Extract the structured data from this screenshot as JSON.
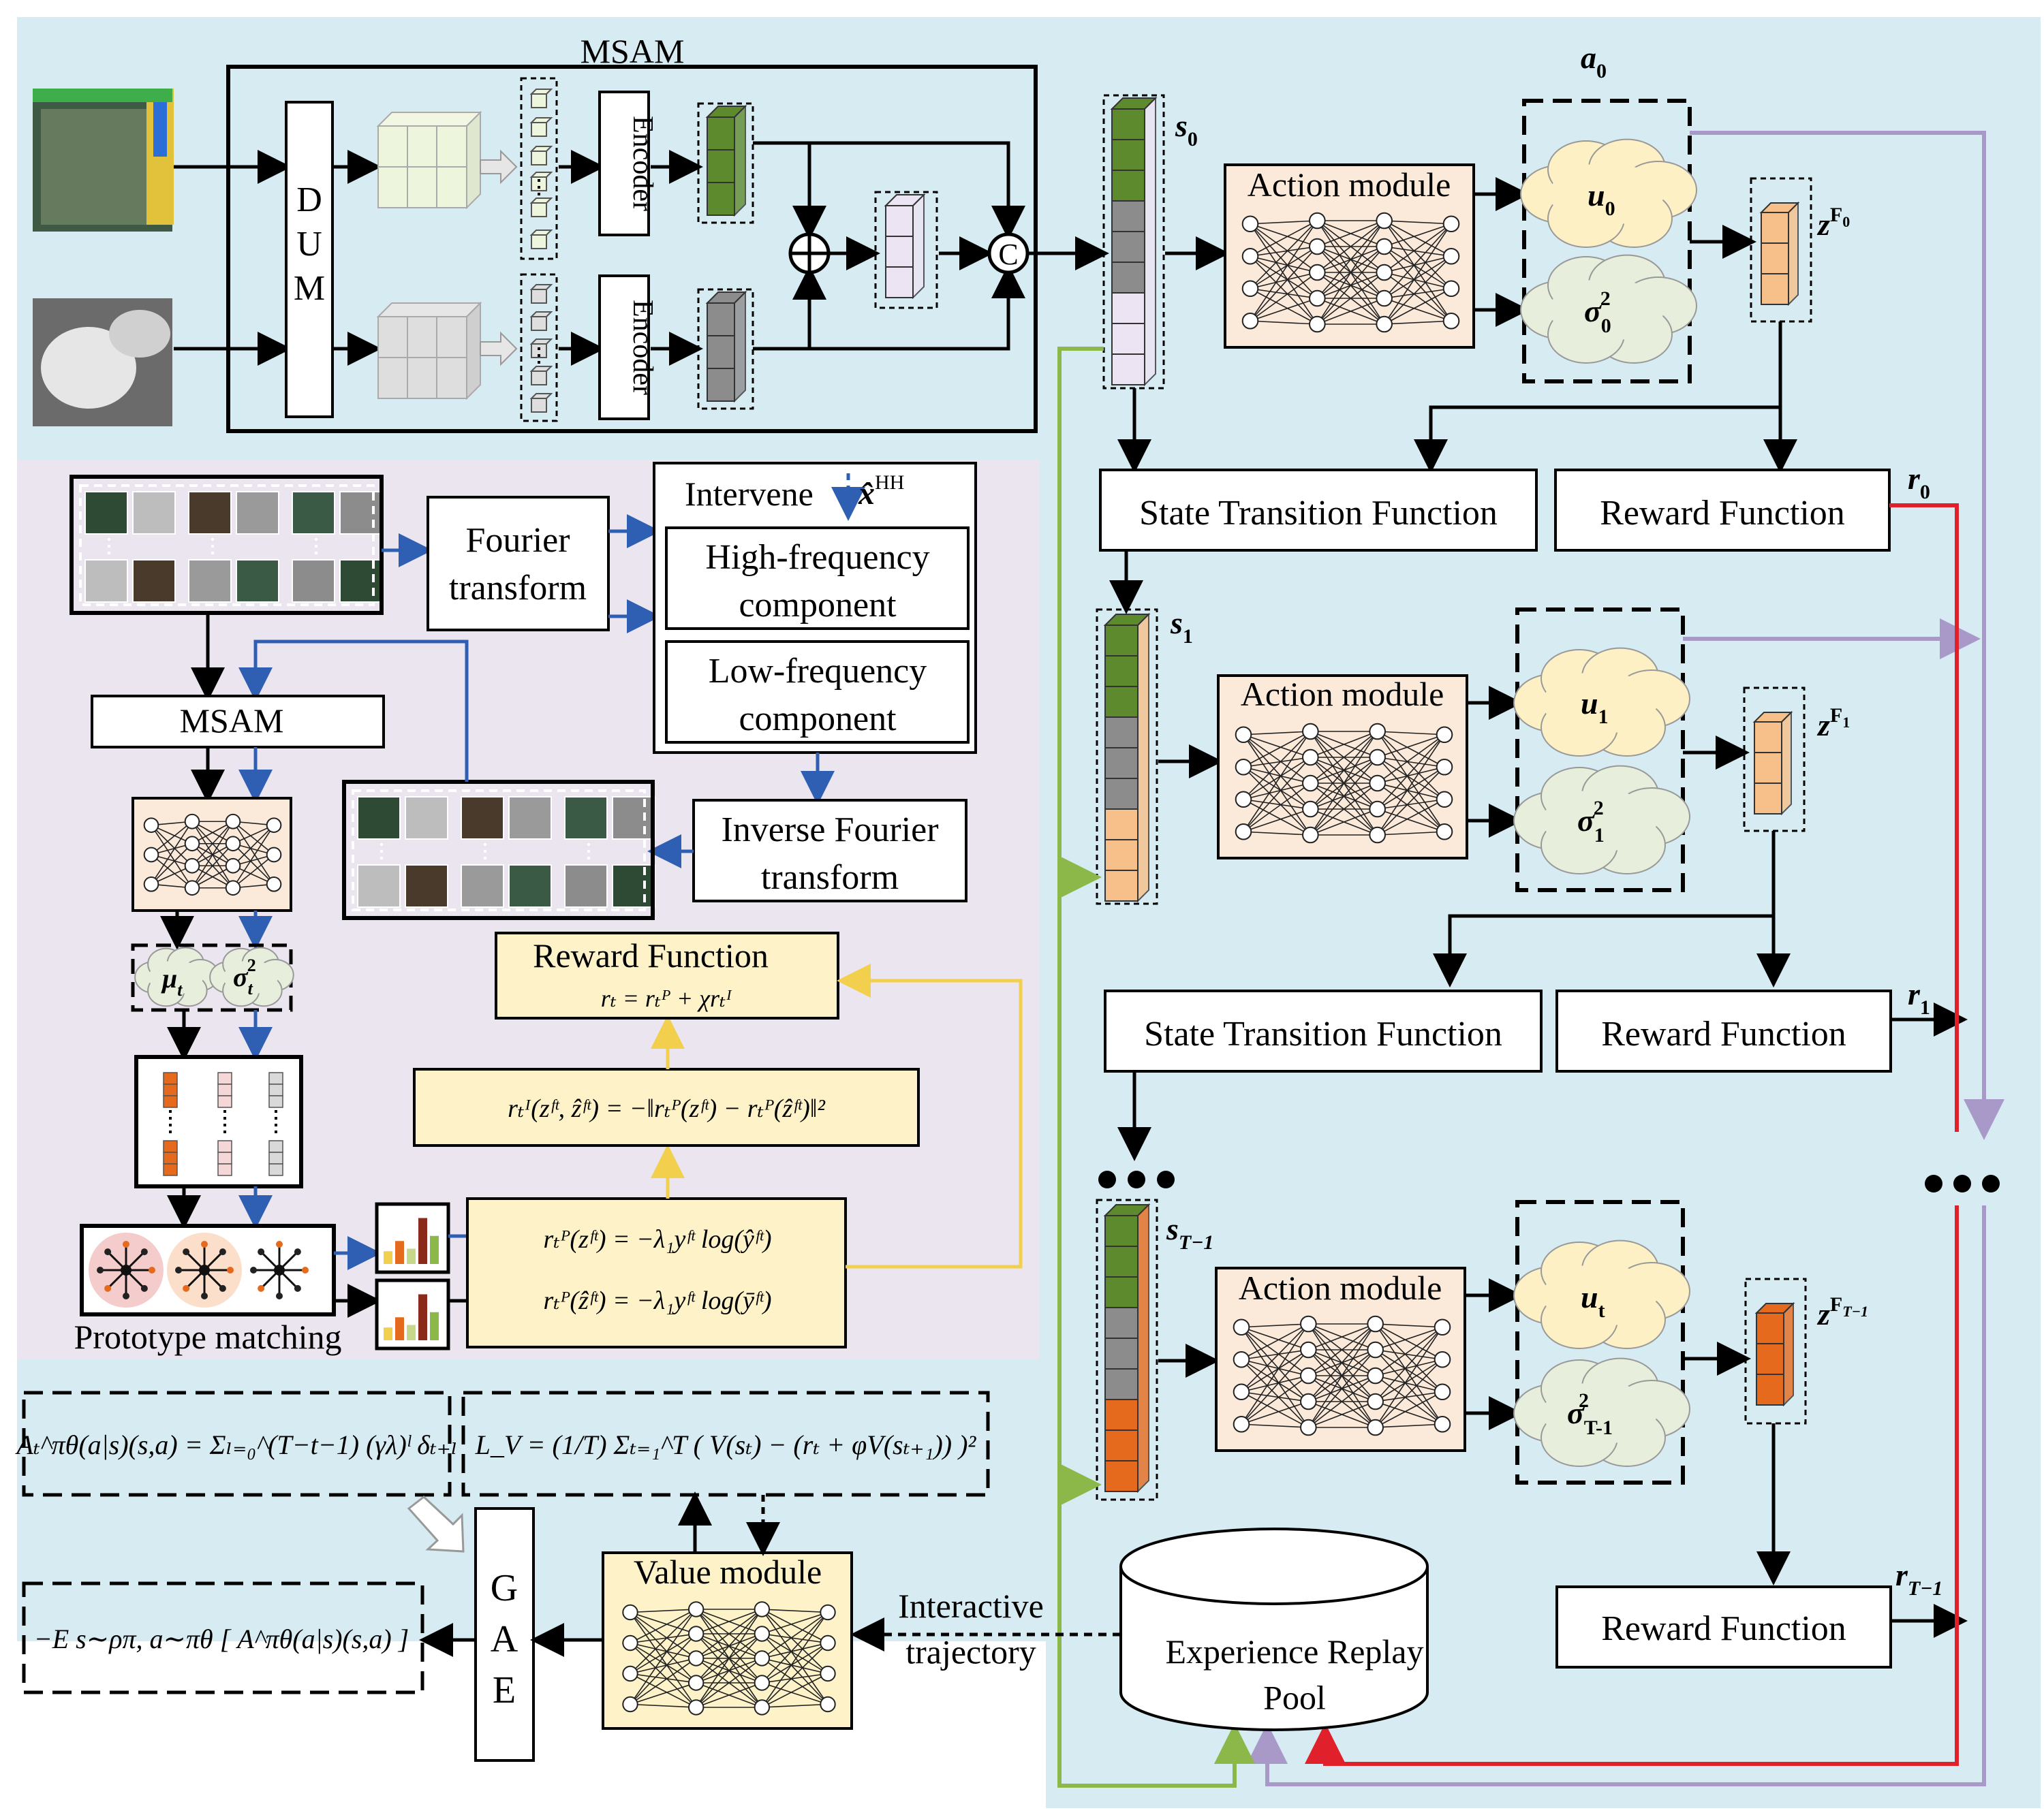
{
  "top": {
    "msam_title": "MSAM",
    "dum_label": "D\nU\nM",
    "encoder_label": "Encoder",
    "concat_symbol": "C"
  },
  "states": {
    "s0": "s",
    "s0_sub": "0",
    "s1": "s",
    "s1_sub": "1",
    "sT": "s",
    "sT_sub": "T−1"
  },
  "actions": {
    "a0": "a",
    "a0_sub": "0",
    "action_module": "Action module",
    "u0": "u",
    "u0_sub": "0",
    "u1": "u",
    "u1_sub": "1",
    "ut": "u",
    "ut_sub": "t",
    "sigma": "σ",
    "sig0_sub": "0",
    "sig1_sub": "1",
    "sigT_sub": "T-1",
    "sq": "2"
  },
  "features": {
    "z": "z",
    "zF0": "F",
    "zF0_sub": "0",
    "zF1": "F",
    "zF1_sub": "1",
    "zFT": "F",
    "zFT_sub": "T−1"
  },
  "functions": {
    "state_transition": "State Transition Function",
    "reward": "Reward Function",
    "r0": "r",
    "r0_sub": "0",
    "r1": "r",
    "r1_sub": "1",
    "rT": "r",
    "rT_sub": "T−1"
  },
  "left_panel": {
    "fourier": "Fourier\ntransform",
    "intervene": "Intervene",
    "x_hh": "x̂",
    "x_hh_sup": "HH",
    "high_freq": "High-frequency\ncomponent",
    "low_freq": "Low-frequency\ncomponent",
    "inverse_fourier": "Inverse Fourier\ntransform",
    "msam": "MSAM",
    "mu": "μ",
    "mu_sub": "t",
    "sigma_t": "σ",
    "sigma_t_sub": "t",
    "sigma_t_sup": "2",
    "prototype": "Prototype matching",
    "reward_title": "Reward Function",
    "reward_eq": "rₜ = rₜᴾ + χrₜᴵ",
    "ri_eq": "rₜᴵ(zᶠᵗ, ẑᶠᵗ) = −‖rₜᴾ(zᶠᵗ) − rₜᴾ(ẑᶠᵗ)‖²",
    "rp_eq1": "rₜᴾ(zᶠᵗ) = −λ₁yᶠᵗ log(ŷᶠᵗ)",
    "rp_eq2": "rₜᴾ(ẑᶠᵗ) = −λ₁yᶠᵗ log(ȳᶠᵗ)"
  },
  "bottom": {
    "adv_eq": "Aₜ^πθ(a|s)(s,a) = Σₗ₌₀^(T−t−1) (γλ)ˡ δₜ₊ₗ",
    "lv_eq": "L_V = (1/T) Σₜ₌₁^T ( V(sₜ) − (rₜ + φV(sₜ₊₁)) )²",
    "gae": "G\nA\nE",
    "obj_eq": "−E s∼ρπ, a∼πθ [ A^πθ(a|s)(s,a) ]",
    "value_module": "Value module",
    "interactive": "Interactive\ntrajectory",
    "replay": "Experience Replay\nPool"
  },
  "colors": {
    "bg_blue": "#d6ebf2",
    "bg_lavender": "#ebe5f0",
    "module_fill": "#fbe9d9",
    "eq_fill": "#fdf2c8",
    "cube_green": "#5e8a2e",
    "cube_gray": "#8c8c8c",
    "cube_lilac": "#ece4f2",
    "cube_orange_light": "#f7c08a",
    "cube_orange_dark": "#e66a1e",
    "arrow_blue": "#2f5fb3",
    "arrow_yellow": "#f2cf4c",
    "arrow_green": "#8cb84a",
    "arrow_purple": "#a899c9",
    "arrow_red": "#e0202a"
  }
}
